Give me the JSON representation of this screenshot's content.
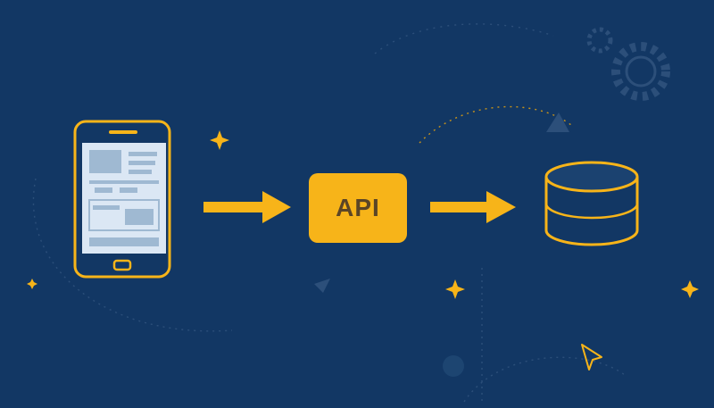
{
  "colors": {
    "background": "#123764",
    "accent": "#f7b419",
    "api_text": "#5b4526",
    "screen": "#dbe7f4",
    "screen_ui": "#9fb9d2",
    "decor": "#2c4f7a"
  },
  "nodes": {
    "client": {
      "icon": "smartphone-icon"
    },
    "api": {
      "label": "API",
      "icon": "api-box"
    },
    "storage": {
      "icon": "database-icon"
    }
  },
  "edges": [
    {
      "from": "client",
      "to": "api",
      "icon": "arrow-right-icon"
    },
    {
      "from": "api",
      "to": "storage",
      "icon": "arrow-right-icon"
    }
  ],
  "decorations": [
    "gear-icon",
    "sparkle-icon",
    "cursor-icon",
    "triangle-icon",
    "dotted-orbit"
  ]
}
